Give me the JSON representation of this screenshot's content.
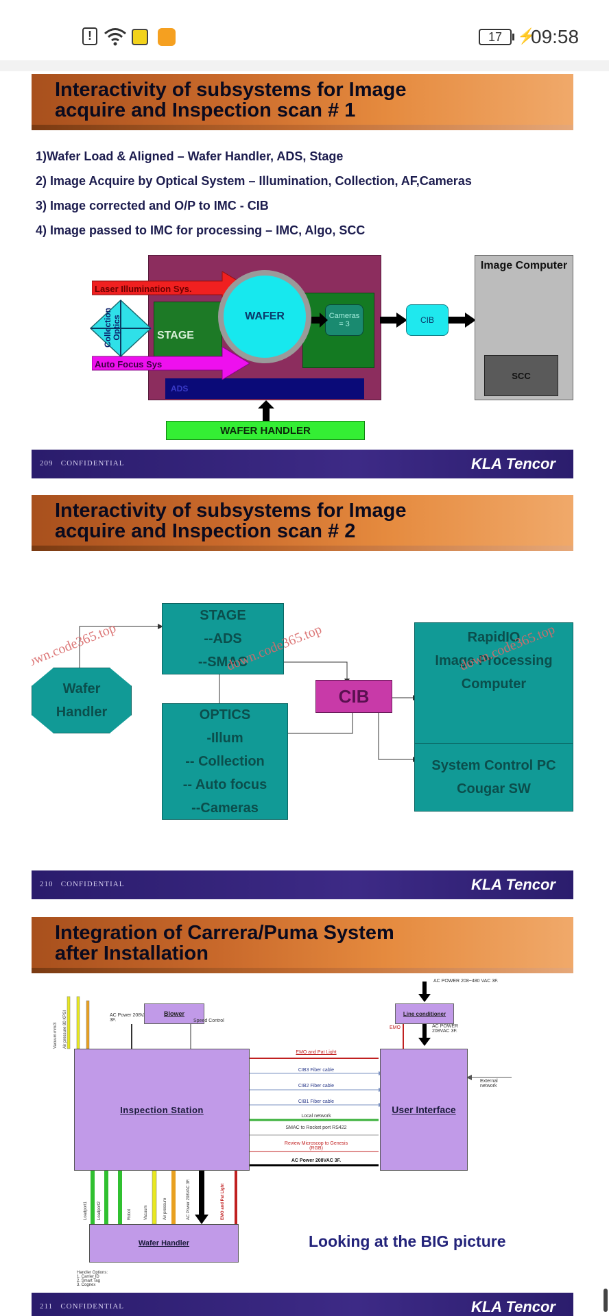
{
  "status_bar": {
    "battery": "17",
    "time": "09:58"
  },
  "slides": [
    {
      "title_line1": "Interactivity of subsystems for Image",
      "title_line2": "acquire and Inspection scan # 1",
      "bullets": [
        "1)Wafer Load & Aligned – Wafer Handler, ADS, Stage",
        "2) Image Acquire by Optical System – Illumination, Collection, AF,Cameras",
        "3) Image corrected and O/P to IMC - CIB",
        "4) Image passed to IMC for processing – IMC, Algo, SCC"
      ],
      "diagram": {
        "laser": "Laser Illumination Sys.",
        "collection_optics": "Collection Optics",
        "stage": "STAGE",
        "wafer": "WAFER",
        "cameras": "Cameras = 3",
        "auto_focus": "Auto Focus Sys",
        "ads": "ADS",
        "cib": "CIB",
        "image_computer": "Image Computer",
        "scc": "SCC",
        "wafer_handler": "WAFER HANDLER"
      },
      "footer_num": "209",
      "footer_text": "CONFIDENTIAL",
      "logo": "KLA Tencor"
    },
    {
      "title_line1": "Interactivity of subsystems for Image",
      "title_line2": "acquire and Inspection scan # 2",
      "diagram": {
        "stage_lines": [
          "STAGE",
          "--ADS",
          "--SMAC"
        ],
        "wafer_handler_lines": [
          "Wafer",
          "Handler"
        ],
        "optics_lines": [
          "OPTICS",
          "-Illum",
          "-- Collection",
          "-- Auto focus",
          "--Cameras"
        ],
        "cib": "CIB",
        "rapidio_lines": [
          "RapidIO",
          "Image Processing",
          "Computer"
        ],
        "scpc_lines": [
          "System Control PC",
          "Cougar SW"
        ]
      },
      "watermark": "down.code365.top",
      "footer_num": "210",
      "footer_text": "CONFIDENTIAL",
      "logo": "KLA Tencor"
    },
    {
      "title_line1": "Integration of Carrera/Puma System",
      "title_line2": "after Installation",
      "diagram": {
        "ac_power_top": "AC POWER 208~480 VAC 3F.",
        "blower": "Blower",
        "line_conditioner": "Line conditioner",
        "ac_power_left": "AC Power 208VAC 3F.",
        "speed_control": "Speed Control",
        "emo": "EMO",
        "ac_power_right": "AC POWER 208VAC 3F.",
        "inspection_station": "Inspection Station",
        "user_interface": "User Interface",
        "external_network": "External network",
        "links": [
          "EMO and Pat Light",
          "CIB3 Fiber cable",
          "CIB2 Fiber cable",
          "CIB1 Fiber cable",
          "Local network",
          "SMAC to Rocket port RS422",
          "Review Microscop to Genesis (RGB)",
          "AC Power 208VAC 3F."
        ],
        "top_vertical": [
          "Vacuum mm/3",
          "Air pressure 80 KPSI"
        ],
        "bottom_vertical": [
          "Loadport1",
          "Loadport2",
          "Robot",
          "Vacuum",
          "Air pressure",
          "AC Power 208VAC 3F.",
          "EMO and Pat Light"
        ],
        "wafer_handler": "Wafer Handler",
        "big_picture": "Looking at the BIG picture",
        "handler_options": [
          "Handler Options:",
          "1.  Carrier ID",
          "2.  Smart Tag",
          "3.  Cognex"
        ]
      },
      "footer_num": "211",
      "footer_text": "CONFIDENTIAL",
      "logo": "KLA Tencor"
    }
  ]
}
